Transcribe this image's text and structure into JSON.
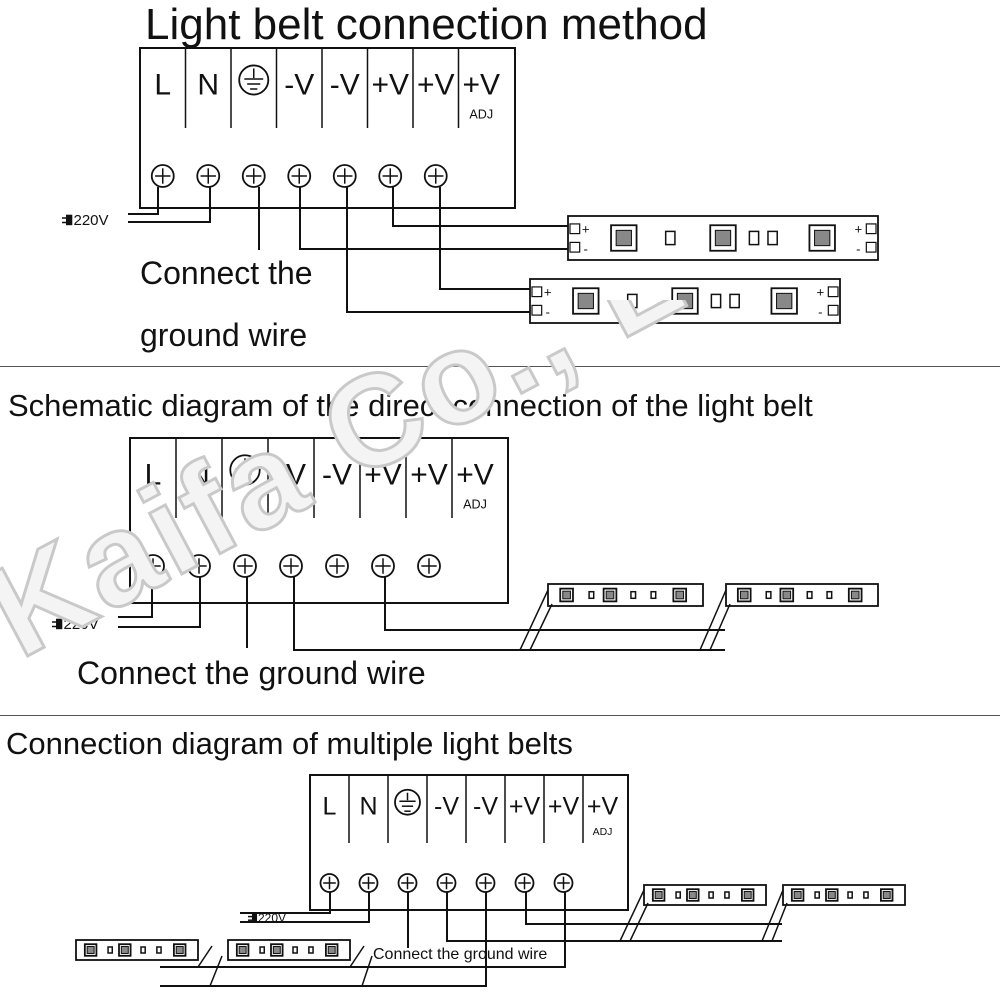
{
  "title": "Light belt connection method",
  "sections": [
    {
      "heading": "",
      "note_lines": [
        "Connect the",
        "ground wire"
      ]
    },
    {
      "heading": "Schematic diagram of the direct connection of the light belt",
      "note_lines": [
        "Connect the ground wire"
      ]
    },
    {
      "heading": "Connection diagram of multiple light belts",
      "note_lines": [
        "Connect the ground wire"
      ]
    }
  ],
  "terminal_labels": [
    "L",
    "N",
    "ground-symbol",
    "-V",
    "-V",
    "+V",
    "+V",
    "+V"
  ],
  "adj_label": "ADJ",
  "input_label": "220V",
  "strip_polarity": {
    "positive": "+",
    "negative": "-"
  },
  "watermark": "Kaifa Co., Ltd.",
  "colors": {
    "line": "#111111",
    "watermark_fill": "#f4f4f4",
    "watermark_stroke": "#c9c9c9"
  }
}
